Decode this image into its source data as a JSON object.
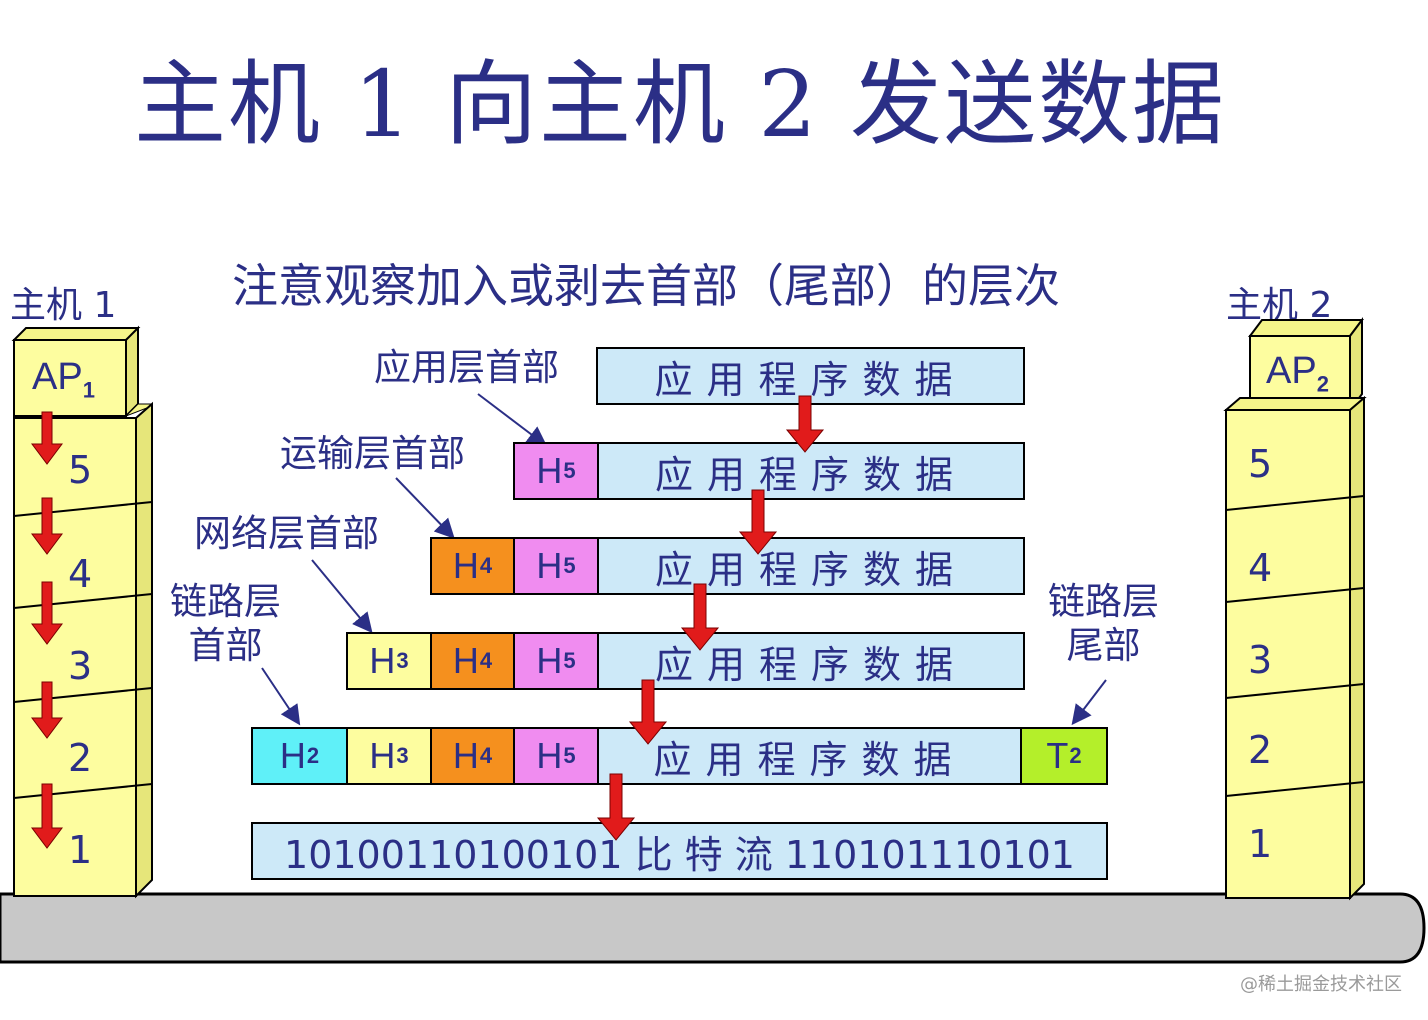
{
  "title": "主机 1 向主机 2 发送数据",
  "subtitle": "注意观察加入或剥去首部（尾部）的层次",
  "host1": {
    "label": "主机 1",
    "ap": "AP",
    "ap_sub": "1",
    "layers": [
      "5",
      "4",
      "3",
      "2",
      "1"
    ]
  },
  "host2": {
    "label": "主机 2",
    "ap": "AP",
    "ap_sub": "2",
    "layers": [
      "5",
      "4",
      "3",
      "2",
      "1"
    ]
  },
  "annotations": {
    "app_header": "应用层首部",
    "transport_header": "运输层首部",
    "network_header": "网络层首部",
    "link_header_line1": "链路层",
    "link_header_line2": "首部",
    "link_trailer_line1": "链路层",
    "link_trailer_line2": "尾部"
  },
  "data_label": "应用程序数据",
  "headers": {
    "h5": {
      "letter": "H",
      "sub": "5"
    },
    "h4": {
      "letter": "H",
      "sub": "4"
    },
    "h3": {
      "letter": "H",
      "sub": "3"
    },
    "h2": {
      "letter": "H",
      "sub": "2"
    },
    "t2": {
      "letter": "T",
      "sub": "2"
    }
  },
  "bitstream": "10100110100101  比  特  流  110101110101",
  "watermark": "@稀土掘金技术社区",
  "colors": {
    "h5": "#f08cf0",
    "h4": "#f5901e",
    "h3": "#fdfd9f",
    "h2": "#5ff0f8",
    "t2": "#b4ef2a",
    "data": "#cde9f8",
    "arrow": "#e11b1b",
    "text": "#2b2f86"
  }
}
